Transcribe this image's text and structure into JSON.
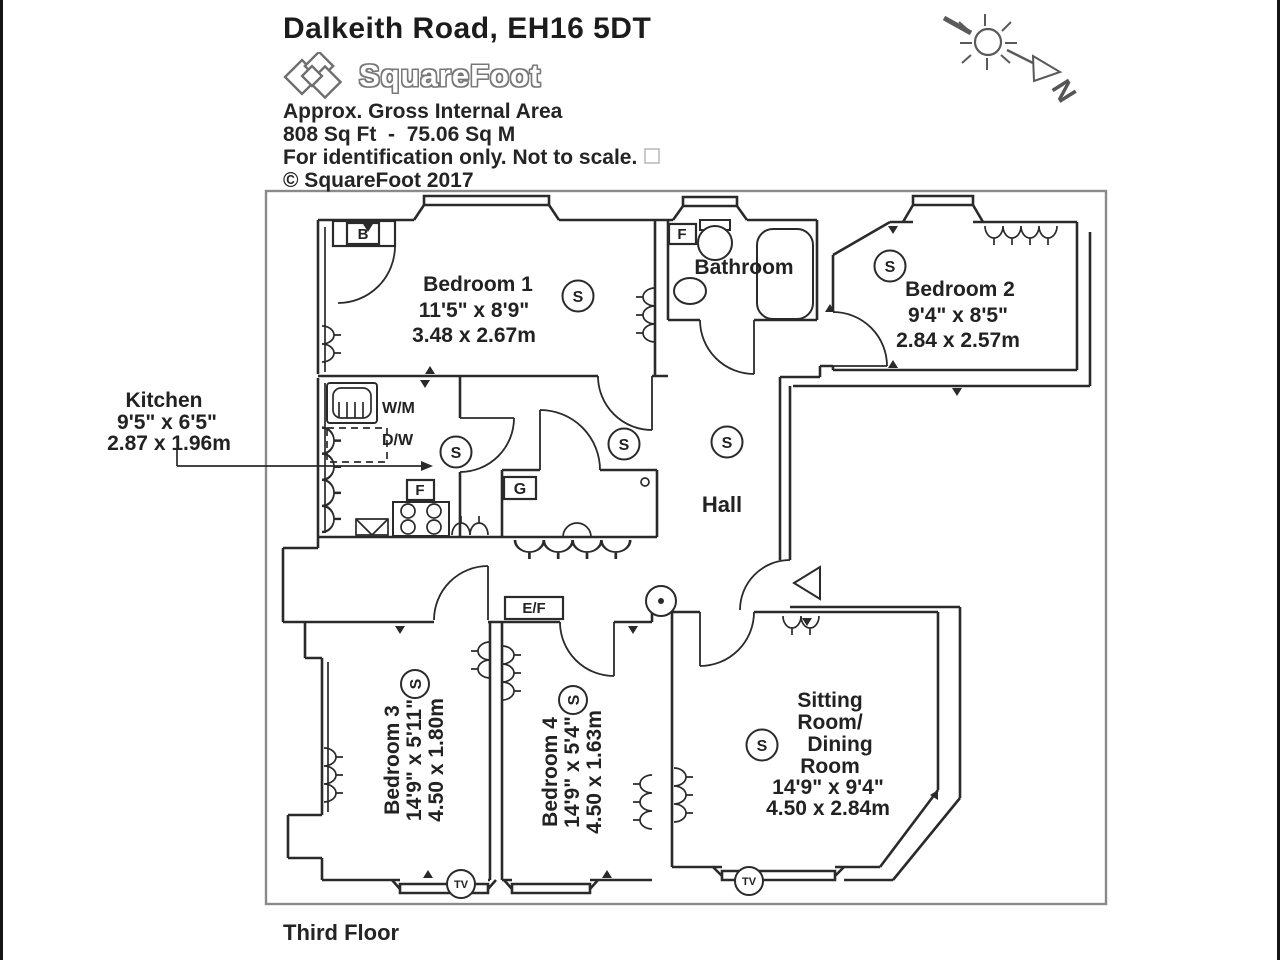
{
  "header": {
    "title": "Dalkeith Road, EH16 5DT",
    "brand": "SquareFoot",
    "area_label": "Approx. Gross Internal Area",
    "area_value": "808 Sq Ft  -  75.06 Sq M",
    "disclaimer": "For identification only. Not to scale.",
    "copyright": "© SquareFoot 2017"
  },
  "compass": {
    "north": "N"
  },
  "plan": {
    "floor_label": "Third Floor",
    "rooms": {
      "bedroom1": {
        "name": "Bedroom 1",
        "imperial": "11'5\" x 8'9\"",
        "metric": "3.48 x 2.67m"
      },
      "bathroom": {
        "name": "Bathroom"
      },
      "bedroom2": {
        "name": "Bedroom 2",
        "imperial": "9'4\" x 8'5\"",
        "metric": "2.84 x 2.57m"
      },
      "kitchen": {
        "name": "Kitchen",
        "imperial": "9'5\" x 6'5\"",
        "metric": "2.87 x 1.96m"
      },
      "hall": {
        "name": "Hall"
      },
      "bedroom3": {
        "name": "Bedroom 3",
        "imperial": "14'9\" x 5'11\"",
        "metric": "4.50 x 1.80m"
      },
      "bedroom4": {
        "name": "Bedroom 4",
        "imperial": "14'9\" x 5'4\"",
        "metric": "4.50 x 1.63m"
      },
      "sitting_dining": {
        "name_l1": "Sitting",
        "name_l2": "Room/",
        "name_l3": "Dining",
        "name_l4": "Room",
        "imperial": "14'9\" x 9'4\"",
        "metric": "4.50 x 2.84m"
      }
    },
    "markers": {
      "boiler": "B",
      "fridge": "F",
      "cupboard_g": "G",
      "cupboard_ef": "E/F",
      "washing_machine": "W/M",
      "dishwasher": "D/W",
      "smoke_alarm": "S",
      "tv_point": "TV"
    }
  },
  "colors": {
    "line": "#2a2a2a",
    "border": "#8a8a8a",
    "background": "#ffffff"
  }
}
